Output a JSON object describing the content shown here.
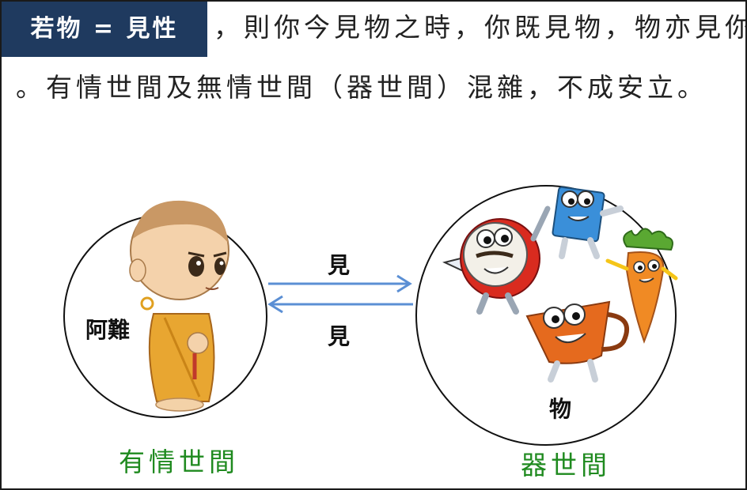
{
  "header": {
    "tag": "若物 = 見性",
    "line1": "，則你今見物之時，你既見物，物亦見你",
    "line2": "。有情世間及無情世間（器世間）混雜，不成安立。"
  },
  "diagram": {
    "left_circle_label": "阿難",
    "right_circle_label": "物",
    "arrow_top_label": "見",
    "arrow_bottom_label": "見",
    "left_caption": "有情世間",
    "right_caption": "器世間",
    "colors": {
      "tag_bg": "#1f3a5f",
      "arrow": "#5b8fd4",
      "caption": "#1f8a1f"
    },
    "icons": [
      "monk-character",
      "clock-character",
      "book-character",
      "carrot-character",
      "cup-character"
    ]
  }
}
